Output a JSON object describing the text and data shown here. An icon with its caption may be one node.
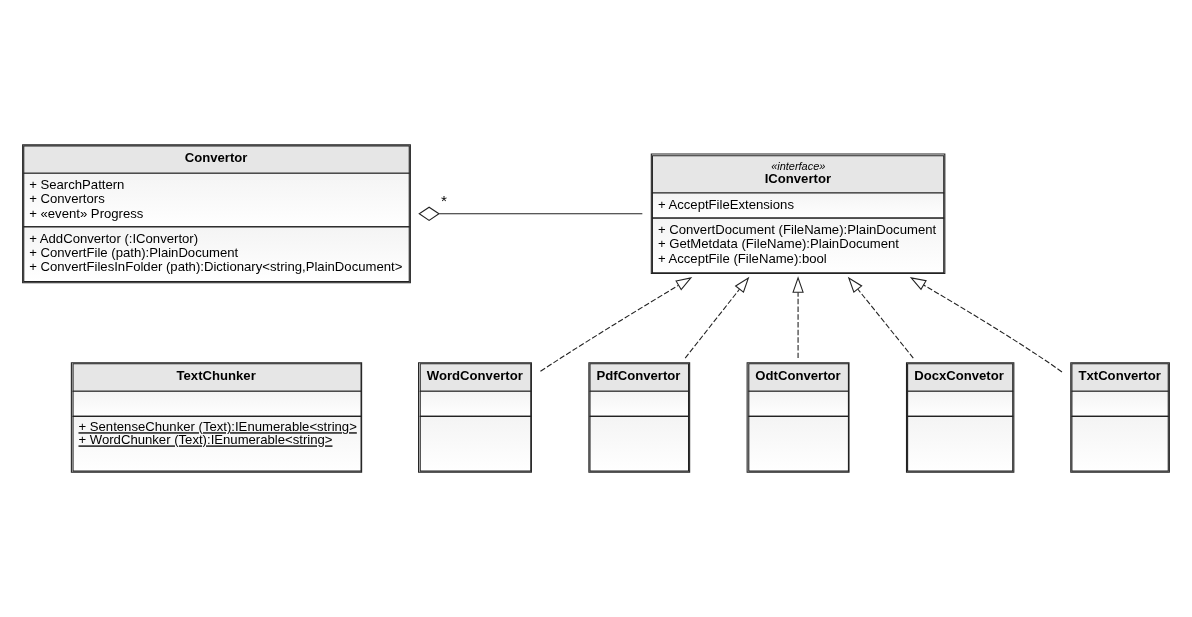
{
  "diagram": {
    "nodes": [
      {
        "text": [
          "Convertor",
          "+ SearchPattern",
          "+ Convertors",
          "+ «event» Progress",
          "+ AddConvertor (:IConvertor)",
          "+ ConvertFile (path):PlainDocument",
          "+ ConvertFilesInFolder (path):Dictionary<string,PlainDocument>"
        ]
      },
      {
        "text": [
          "«interface»",
          "IConvertor",
          "+ AcceptFileExtensions",
          "+ ConvertDocument (FileName):PlainDocument",
          "+ GetMetdata (FileName):PlainDocument",
          "+ AcceptFile (FileName):bool"
        ]
      },
      {
        "text": [
          "TextChunker",
          "+ SentenseChunker (Text):IEnumerable<string>",
          "+ WordChunker (Text):IEnumerable<string>"
        ]
      },
      {
        "text": [
          "WordConvertor"
        ]
      },
      {
        "text": [
          "PdfConvertor"
        ]
      },
      {
        "text": [
          "OdtConvertor"
        ]
      },
      {
        "text": [
          "DocxConvetor"
        ]
      },
      {
        "text": [
          "TxtConvertor"
        ]
      }
    ],
    "edges": [
      {
        "from": 0,
        "to": 1,
        "arrow": "other",
        "label": "*"
      },
      {
        "from": 3,
        "to": 1,
        "arrow": "to",
        "style": "dashed"
      },
      {
        "from": 6,
        "to": 1,
        "arrow": "to",
        "style": "dashed"
      },
      {
        "from": 4,
        "to": 1,
        "arrow": "to",
        "style": "dashed"
      },
      {
        "from": 7,
        "to": 1,
        "arrow": "to",
        "style": "dashed"
      },
      {
        "from": 5,
        "to": 1,
        "arrow": "to",
        "style": "dashed"
      }
    ]
  }
}
